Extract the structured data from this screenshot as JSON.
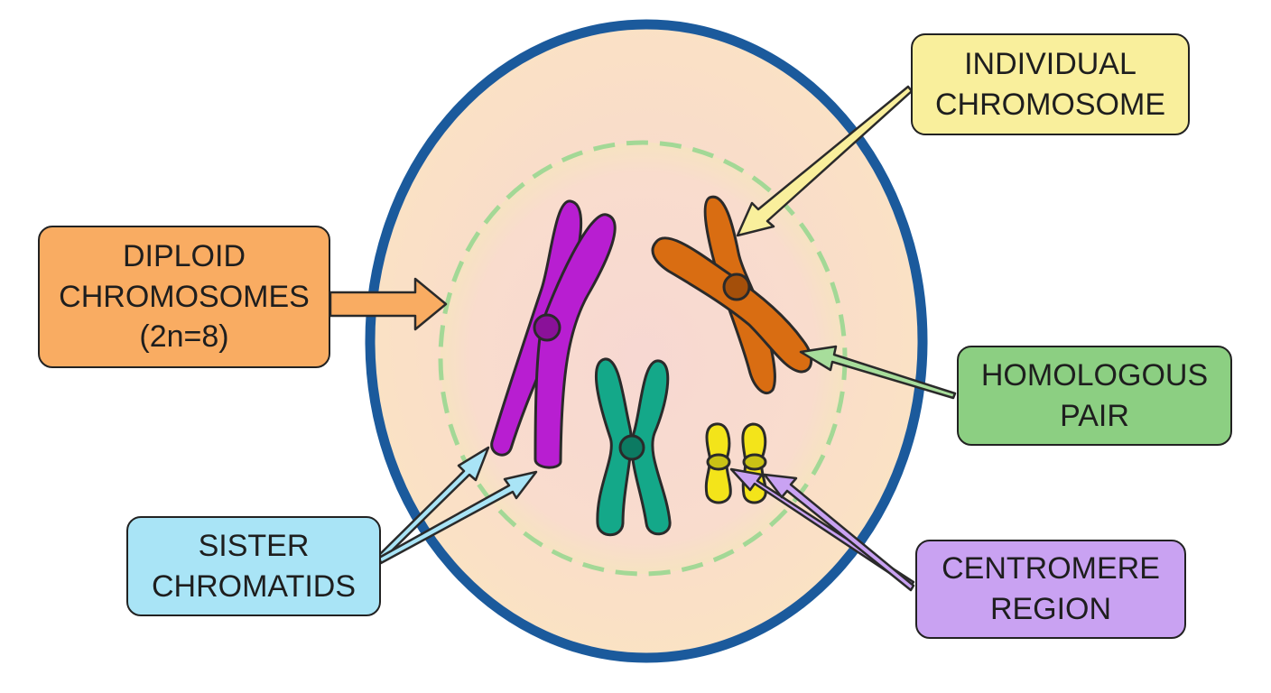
{
  "labels": {
    "diploid": {
      "lines": [
        "DIPLOID",
        "CHROMOSOMES",
        "(2n=8)"
      ],
      "fill": "#f9ac62"
    },
    "sister": {
      "lines": [
        "SISTER",
        "CHROMATIDS"
      ],
      "fill": "#a9e4f6"
    },
    "individual": {
      "lines": [
        "INDIVIDUAL",
        "CHROMOSOME"
      ],
      "fill": "#f9ef9c"
    },
    "homologous": {
      "lines": [
        "HOMOLOGOUS",
        "PAIR"
      ],
      "fill": "#8ccf82"
    },
    "centromere": {
      "lines": [
        "CENTROMERE",
        "REGION"
      ],
      "fill": "#c9a2f2"
    }
  },
  "colors": {
    "cell_membrane": "#1b5a9c",
    "cytoplasm": "#f9ddcd",
    "nuclear_envelope": "#9fd692",
    "chromosome_purple": "#b81ed1",
    "chromosome_orange": "#d96d12",
    "chromosome_teal": "#14a889",
    "chromosome_yellow": "#f3e41a",
    "outline": "#2a2a2a"
  },
  "icons": [
    "cell",
    "nucleus",
    "chromosome",
    "arrow"
  ]
}
